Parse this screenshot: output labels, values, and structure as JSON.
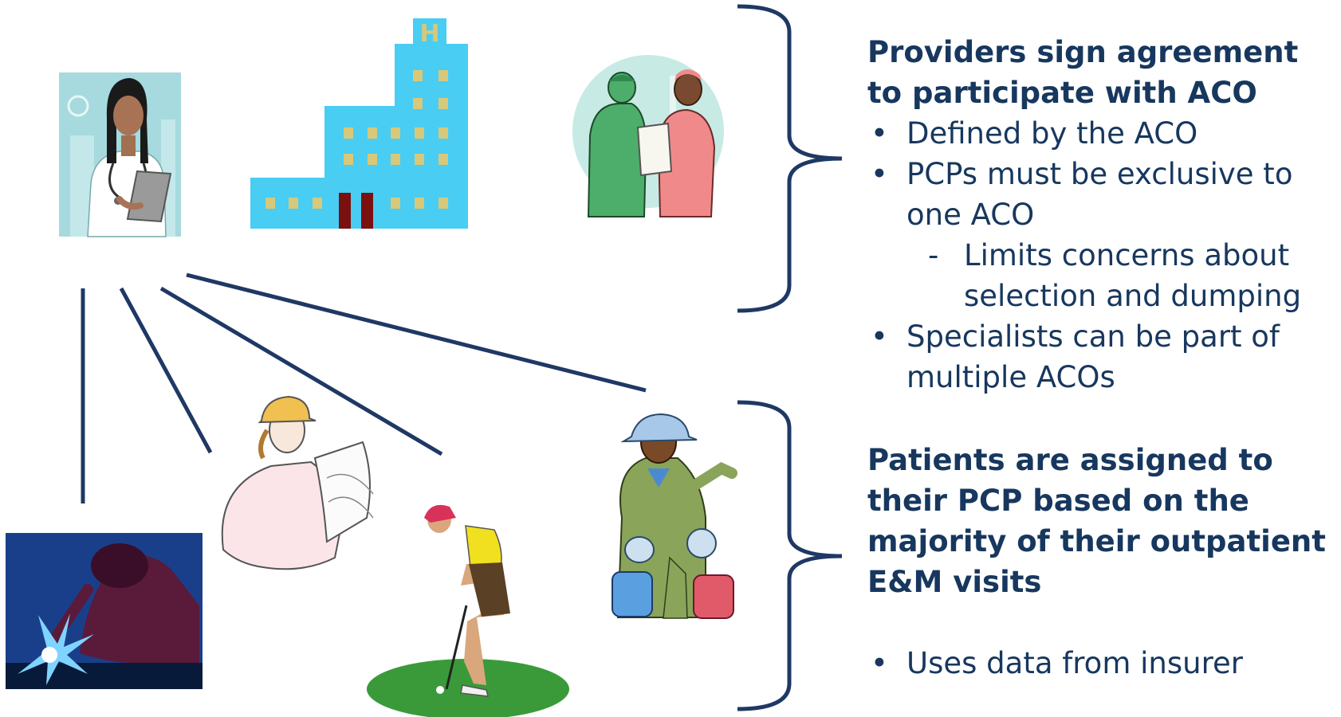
{
  "providers": {
    "heading": "Providers sign agreement to participate with ACO",
    "bullets": [
      "Defined by the ACO",
      "PCPs must be exclusive to one ACO"
    ],
    "sub_bullet": "Limits concerns about selection and dumping",
    "last_bullet": "Specialists can be part of multiple ACOs"
  },
  "patients": {
    "heading": "Patients are assigned to their PCP based on the majority of their outpatient E&M visits",
    "bullet": "Uses data from insurer"
  },
  "icons": [
    "doctor-icon",
    "hospital-icon",
    "surgeon-nurse-icon",
    "welder-icon",
    "engineer-icon",
    "golfer-icon",
    "scout-leader-icon"
  ],
  "colors": {
    "text": "#17375e",
    "connector": "#1f3864",
    "hospital": "#49cdf3",
    "window": "#d8c87a",
    "door": "#7a1010"
  }
}
